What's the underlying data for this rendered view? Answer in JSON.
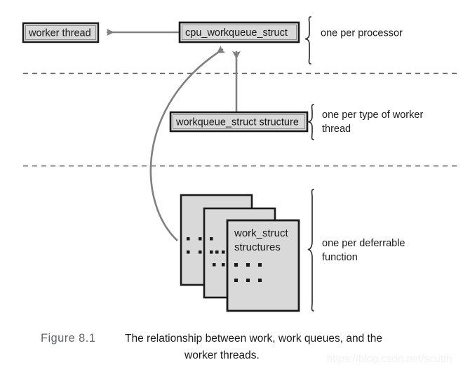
{
  "figure": {
    "boxes": {
      "worker_thread": "worker thread",
      "cpu_workqueue_struct": "cpu_workqueue_struct",
      "workqueue_struct": "workqueue_struct structure"
    },
    "cards": {
      "front_label_line1": "work_struct",
      "front_label_line2": "structures"
    },
    "brackets": [
      {
        "label_line1": "one per processor",
        "label_line2": ""
      },
      {
        "label_line1": "one per type of worker",
        "label_line2": "thread"
      },
      {
        "label_line1": "one per deferrable",
        "label_line2": "function"
      }
    ],
    "caption": {
      "number": "Figure 8.1",
      "line1": "The relationship between work, work queues, and the",
      "line2": "worker threads."
    },
    "watermark": "https://blog.csdn.net/scutth",
    "colors": {
      "box_fill": "#d9d9d9",
      "box_border": "#1a1a1a",
      "box_inner_line": "#8c8c8c",
      "arrow": "#808080",
      "divider": "#555555",
      "bracket": "#333333",
      "text": "#1a1a1a",
      "caption_number": "#63666a",
      "watermark": "#f1f1f1"
    }
  }
}
